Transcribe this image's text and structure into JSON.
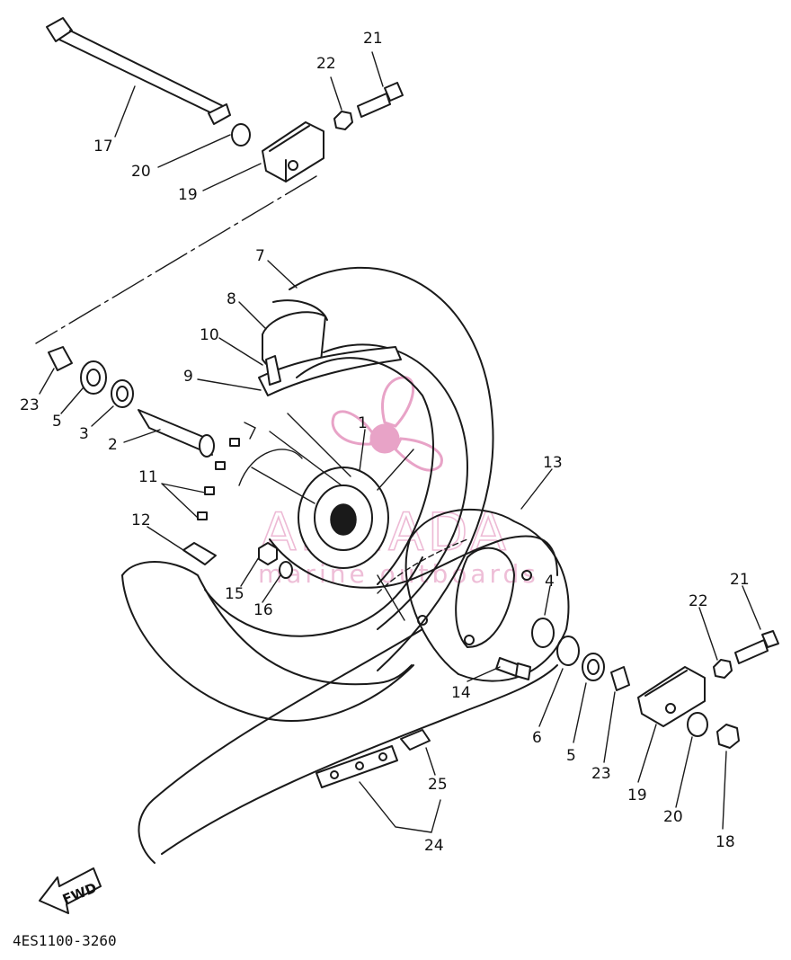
{
  "watermark": {
    "brand": "ARMADA",
    "tagline": "marine outboards",
    "color": "#e8a3c7"
  },
  "diagram_code": "4ES1100-3260",
  "fwd_label": "FWD",
  "callouts": {
    "c1": "1",
    "c2": "2",
    "c3": "3",
    "c4": "4",
    "c5_left": "5",
    "c5_right": "5",
    "c6": "6",
    "c7": "7",
    "c8": "8",
    "c9": "9",
    "c10": "10",
    "c11": "11",
    "c12": "12",
    "c13": "13",
    "c14": "14",
    "c15": "15",
    "c16": "16",
    "c17": "17",
    "c18": "18",
    "c19_top": "19",
    "c19_right": "19",
    "c20_top": "20",
    "c20_right": "20",
    "c21_top": "21",
    "c21_right": "21",
    "c22_top": "22",
    "c22_right": "22",
    "c23_left": "23",
    "c23_right": "23",
    "c24": "24",
    "c25": "25"
  }
}
